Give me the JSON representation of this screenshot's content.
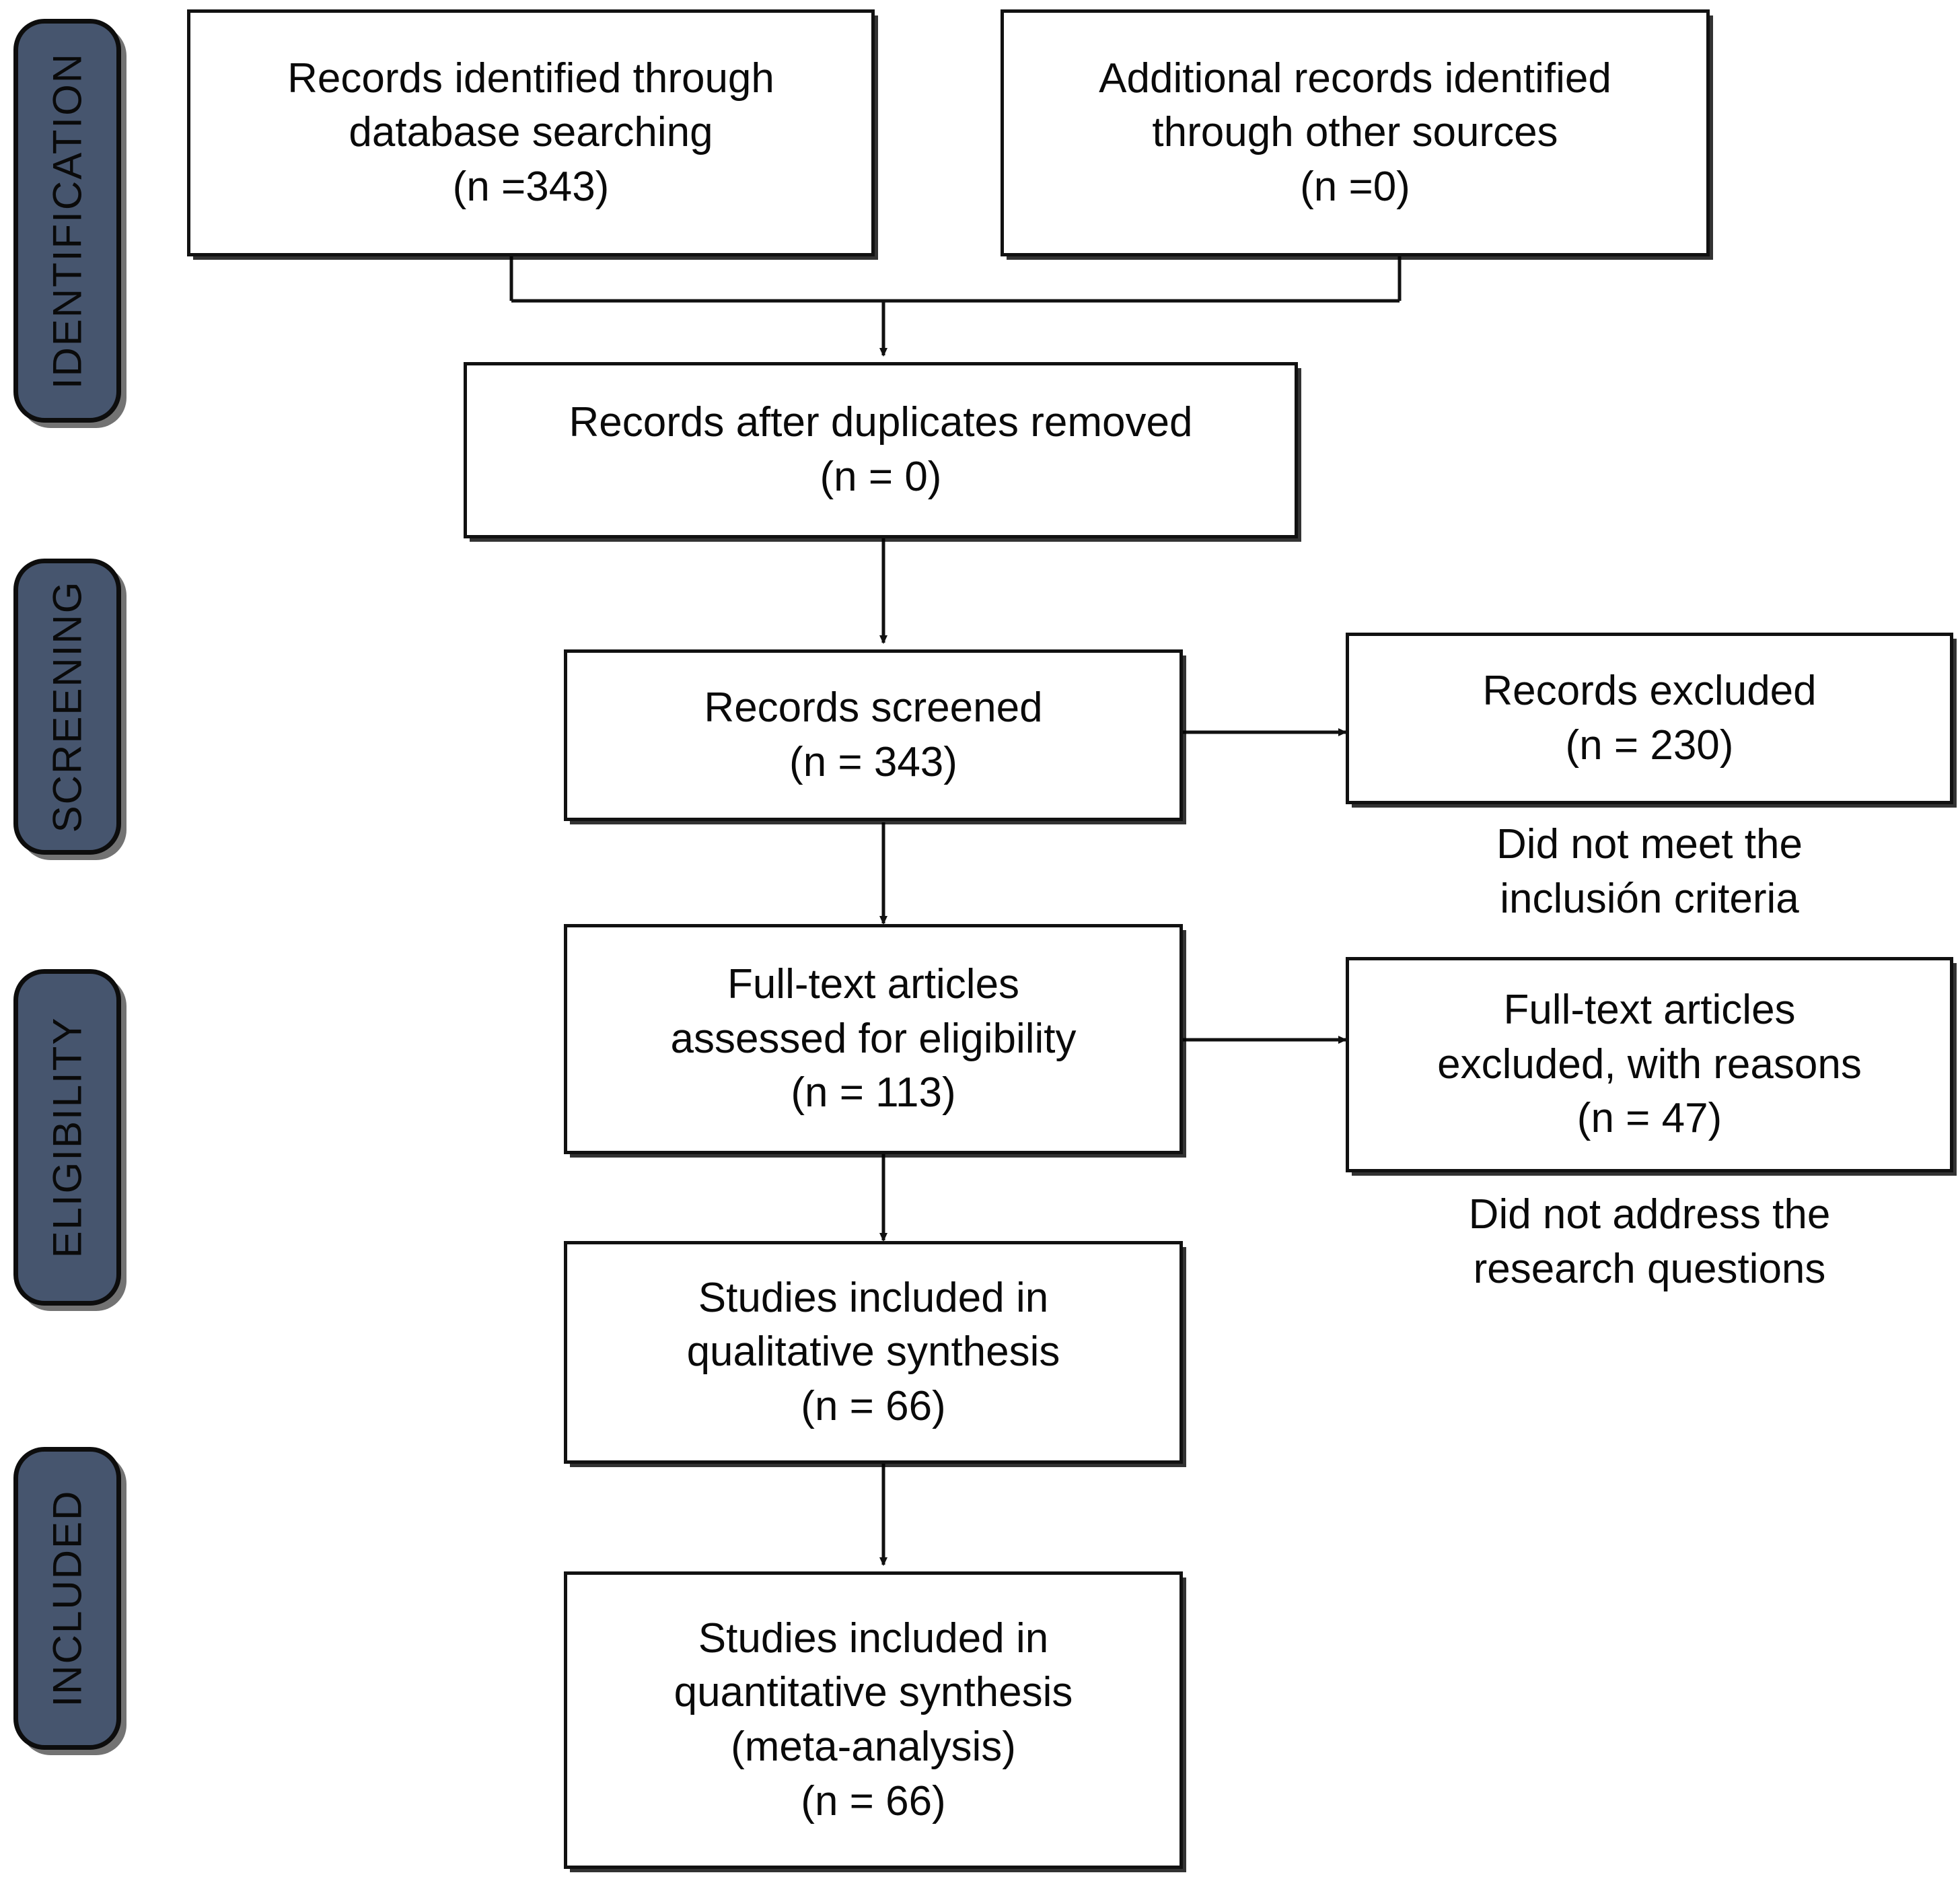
{
  "diagram": {
    "title": "PRISMA flow diagram",
    "type": "prisma-flow-diagram",
    "accent_color": "#46556e",
    "line_color": "#111111",
    "background": "#ffffff"
  },
  "stages": [
    {
      "id": "identification",
      "label": "IDENTIFICATION"
    },
    {
      "id": "screening",
      "label": "SCREENING"
    },
    {
      "id": "eligibility",
      "label": "ELIGIBILITY"
    },
    {
      "id": "included",
      "label": "INCLUDED"
    }
  ],
  "boxes": {
    "database_records": {
      "id": "records-identified-database",
      "lines": [
        "Records identified through",
        "database searching",
        "(n =343)"
      ],
      "n": 343
    },
    "other_records": {
      "id": "additional-records-other-sources",
      "lines": [
        "Additional records identified",
        "through other sources",
        "(n =0)"
      ],
      "n": 0
    },
    "duplicates_removed": {
      "id": "records-after-duplicates-removed",
      "lines": [
        "Records after duplicates removed",
        "(n = 0)"
      ],
      "n": 0
    },
    "records_screened": {
      "id": "records-screened",
      "lines": [
        "Records screened",
        "(n = 343)"
      ],
      "n": 343
    },
    "records_excluded": {
      "id": "records-excluded",
      "lines": [
        "Records excluded",
        "(n = 230)"
      ],
      "n": 230
    },
    "fulltext_assessed": {
      "id": "fulltext-articles-assessed",
      "lines": [
        "Full-text articles",
        "assessed for eligibility",
        "(n = 113)"
      ],
      "n": 113
    },
    "fulltext_excluded": {
      "id": "fulltext-articles-excluded",
      "lines": [
        "Full-text articles",
        "excluded, with reasons",
        "(n = 47)"
      ],
      "n": 47
    },
    "qualitative": {
      "id": "studies-included-qualitative",
      "lines": [
        "Studies included in",
        "qualitative synthesis",
        "(n = 66)"
      ],
      "n": 66
    },
    "quantitative": {
      "id": "studies-included-quantitative",
      "lines": [
        "Studies included in",
        "quantitative synthesis",
        "(meta-analysis)",
        "(n = 66)"
      ],
      "n": 66
    }
  },
  "captions": {
    "exclusion_reason_screening": {
      "id": "screening-exclusion-reason",
      "lines": [
        "Did not meet the",
        "inclusión criteria"
      ]
    },
    "exclusion_reason_eligibility": {
      "id": "eligibility-exclusion-reason",
      "lines": [
        "Did not address the",
        "research questions"
      ]
    }
  }
}
